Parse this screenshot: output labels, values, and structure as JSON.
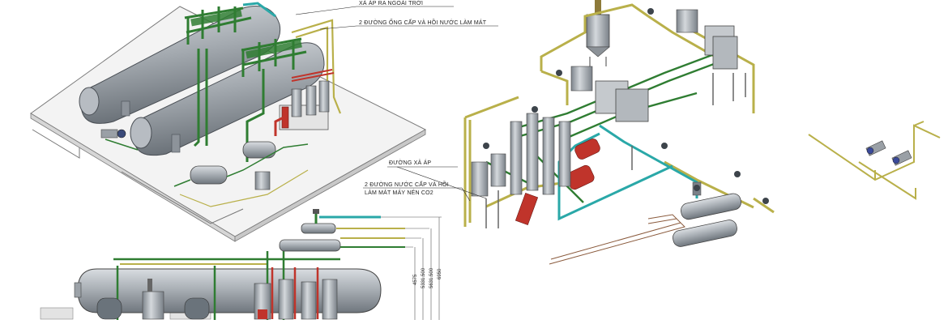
{
  "annotations": {
    "vent_outdoor": "XẢ ÁP RA NGOÀI TRỜI",
    "cooling_supply_top": "2 ĐƯỜNG ỐNG CẤP VÀ HỒI NƯỚC LÀM MÁT",
    "vent_line": "ĐƯỜNG XẢ ÁP",
    "cooling_supply_compressor_line1": "2 ĐƯỜNG NƯỚC CẤP VÀ HỒI",
    "cooling_supply_compressor_line2": "LÀM MÁT MÁY NÉN CO2"
  },
  "dimensions": [
    "4575",
    "5331.500",
    "5631.500",
    "6950"
  ],
  "colors": {
    "vessel": "#a9aeb4",
    "pipe_green": "#2f7d32",
    "pipe_yellow": "#b9b04a",
    "pipe_cyan": "#2aa8a8",
    "pipe_red": "#c0342b",
    "pipe_brown": "#8a5a3c",
    "outline": "#3a3a3a"
  }
}
